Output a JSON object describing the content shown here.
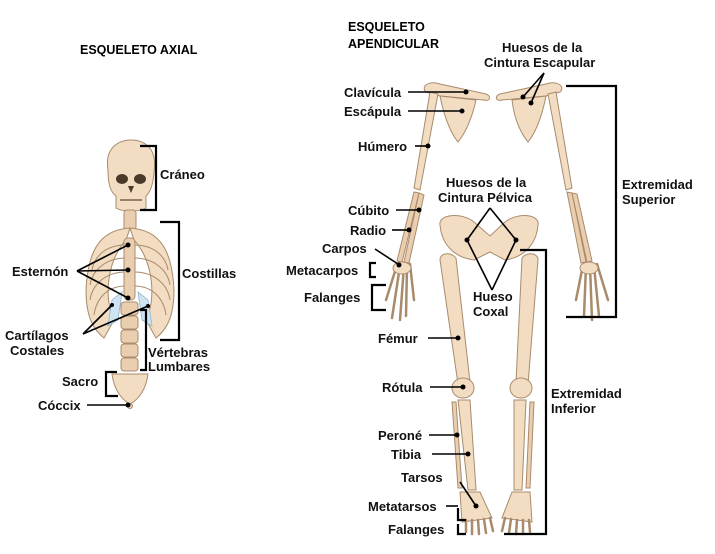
{
  "titles": {
    "axial": "ESQUELETO AXIAL",
    "apendicular_line1": "ESQUELETO",
    "apendicular_line2": "APENDICULAR"
  },
  "axial_labels": {
    "craneo": "Cráneo",
    "costillas": "Costillas",
    "esternon": "Esternón",
    "cartilagos_1": "Cartílagos",
    "cartilagos_2": "Costales",
    "vertebras_1": "Vértebras",
    "vertebras_2": "Lumbares",
    "sacro": "Sacro",
    "coccix": "Cóccix"
  },
  "apendicular_labels": {
    "cintura_escapular_1": "Huesos de la",
    "cintura_escapular_2": "Cintura Escapular",
    "clavicula": "Clavícula",
    "escapula": "Escápula",
    "humero": "Húmero",
    "cintura_pelvica_1": "Huesos de la",
    "cintura_pelvica_2": "Cintura Pélvica",
    "cubito": "Cúbito",
    "radio": "Radio",
    "carpos": "Carpos",
    "metacarpos": "Metacarpos",
    "falanges_mano": "Falanges",
    "hueso_coxal_1": "Hueso",
    "hueso_coxal_2": "Coxal",
    "extremidad_superior_1": "Extremidad",
    "extremidad_superior_2": "Superior",
    "femur": "Fémur",
    "rotula": "Rótula",
    "extremidad_inferior_1": "Extremidad",
    "extremidad_inferior_2": "Inferior",
    "perone": "Peroné",
    "tibia": "Tibia",
    "tarsos": "Tarsos",
    "metatarsos": "Metatarsos",
    "falanges_pie": "Falanges"
  }
}
